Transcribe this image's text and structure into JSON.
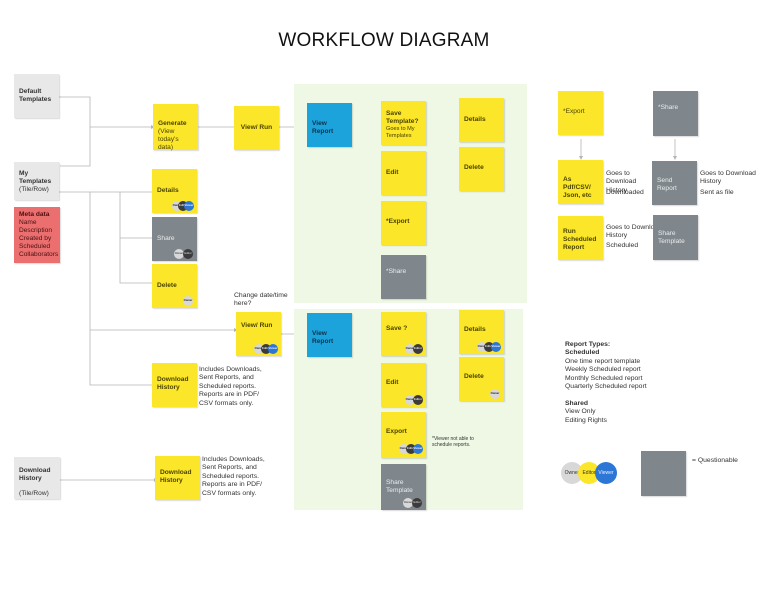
{
  "title": "WORKFLOW DIAGRAM",
  "left": {
    "default_templates": "Default Templates",
    "my_templates": "My Templates",
    "my_templates_sub": "(Tile/Row)",
    "meta": {
      "title": "Meta data",
      "lines": [
        "Name",
        "Description",
        "Created by",
        "Scheduled",
        "Collaborators"
      ]
    },
    "download_history": "Download History",
    "download_history_sub": "(Tile/Row)"
  },
  "row1": {
    "generate": "Generate",
    "generate_sub": "(View today's data)",
    "view_run": "View/ Run",
    "view_report": "View Report",
    "save_template": "Save Template?",
    "save_template_sub": "Goes to My Templates",
    "details": "Details",
    "delete": "Delete",
    "edit": "Edit",
    "export": "*Export",
    "share": "*Share"
  },
  "mid": {
    "details": "Details",
    "share": "Share",
    "delete": "Delete",
    "download_history": "Download History",
    "download_history_desc": "Includes Downloads, Sent Reports, and Scheduled reports. Reports are in PDF/ CSV formats only."
  },
  "row2": {
    "change_date": "Change date/time here?",
    "view_run": "View/ Run",
    "view_report": "View Report",
    "save": "Save ?",
    "details": "Details",
    "delete": "Delete",
    "edit": "Edit",
    "export": "Export",
    "viewer_note": "*Viewer not able to schedule reports.",
    "share_template": "Share Template"
  },
  "bottom": {
    "download_history": "Download History",
    "download_history_desc": "Includes Downloads, Sent Reports, and Scheduled reports. Reports are in PDF/ CSV formats only."
  },
  "right": {
    "export": "*Export",
    "share": "*Share",
    "pdf_csv": "As Pdf/CSV/ Json, etc",
    "goes_download_1": "Goes to Download History",
    "downloaded": "Downloaded",
    "send_report": "Send Report",
    "goes_download_2": "Goes to Download History",
    "sent_as_file": "Sent as file",
    "run_scheduled": "Run Scheduled Report",
    "goes_download_3": "Goes to Download History",
    "scheduled": "Scheduled",
    "share_template": "Share Template"
  },
  "legend": {
    "report_types": "Report Types:",
    "scheduled_heading": "Scheduled",
    "scheduled_items": [
      "One time report template",
      "Weekly Scheduled report",
      "Monthly Scheduled report",
      "Quarterly Scheduled report"
    ],
    "shared_heading": "Shared",
    "shared_items": [
      "View Only",
      "Editing Rights"
    ],
    "owner": "Owner",
    "editor": "Editor",
    "viewer": "Viewer",
    "questionable": "= Questionable"
  },
  "avatars": {
    "owner": "Owner",
    "editor": "Editor",
    "viewer": "Viewer"
  },
  "colors": {
    "sticky_yellow": "#fbe62a",
    "sticky_gray": "#7f878c",
    "report_blue": "#1da3db",
    "meta_red": "#ec6f70",
    "zone_green": "#eef8e4"
  }
}
